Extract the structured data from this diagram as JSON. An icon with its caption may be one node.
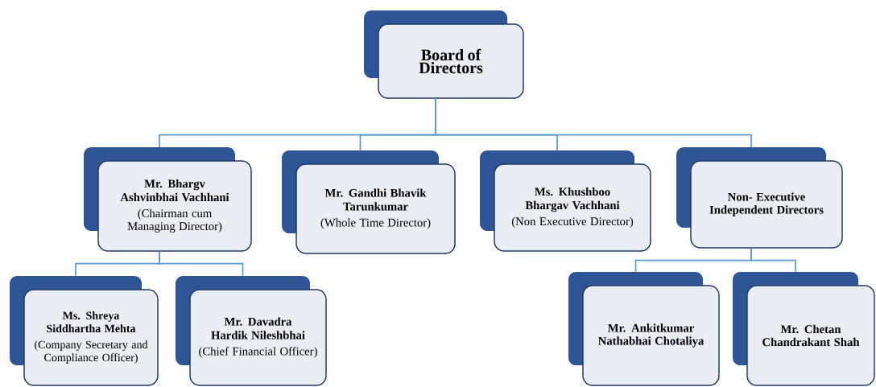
{
  "diagram": {
    "nodes": [
      {
        "text": [
          "Board of Directors"
        ]
      },
      {
        "text": [
          "Mr. Bhargv Ashvinbhai Vachhani",
          "(Chairman cum Managing Director)"
        ]
      },
      {
        "text": [
          "Mr. Gandhi Bhavik Tarunkumar",
          "(Whole Time Director)"
        ]
      },
      {
        "text": [
          "Ms. Khushboo Bhargav Vachhani",
          "(Non Executive Director)"
        ]
      },
      {
        "text": [
          "Non- Executive Independent Directors"
        ]
      },
      {
        "text": [
          "Ms. Shreya Siddhartha Mehta",
          "(Company Secretary and Compliance Officer)"
        ]
      },
      {
        "text": [
          "Mr. Davadra Hardik Nileshbhai",
          "(Chief Financial Officer)"
        ]
      },
      {
        "text": [
          "Mr. Ankitkumar Nathabhai Chotaliya"
        ]
      },
      {
        "text": [
          "Mr. Chetan Chandrakant Shah"
        ]
      }
    ],
    "edges": [
      {
        "from": 0,
        "to": 1,
        "arrow": "none"
      },
      {
        "from": 0,
        "to": 2,
        "arrow": "none"
      },
      {
        "from": 0,
        "to": 3,
        "arrow": "none"
      },
      {
        "from": 0,
        "to": 4,
        "arrow": "none"
      },
      {
        "from": 1,
        "to": 5,
        "arrow": "none"
      },
      {
        "from": 1,
        "to": 6,
        "arrow": "none"
      },
      {
        "from": 4,
        "to": 7,
        "arrow": "none"
      },
      {
        "from": 4,
        "to": 8,
        "arrow": "none"
      }
    ]
  }
}
